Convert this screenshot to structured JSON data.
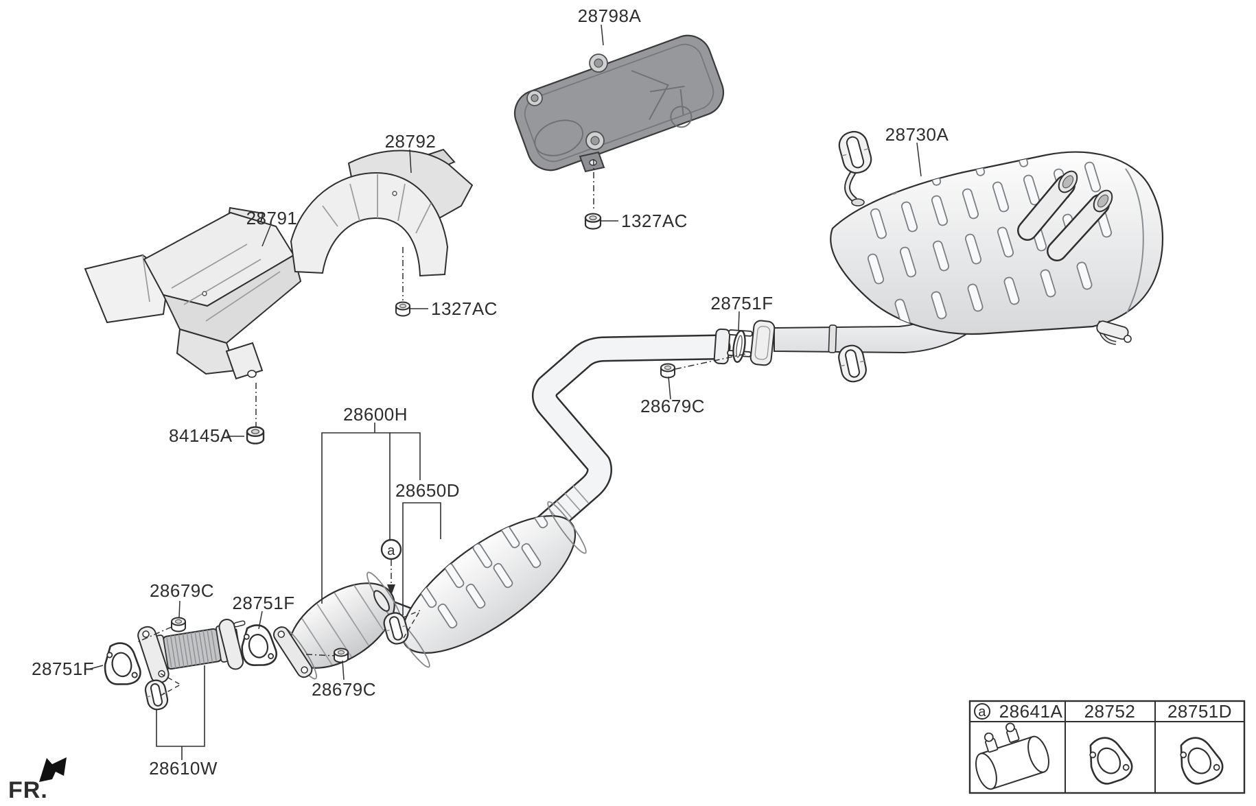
{
  "diagram_labels": {
    "plate_shield": "28798A",
    "arch_shield": "28792",
    "rear_shield": "28791",
    "rear_muffler": "28730A",
    "plate_nut": "1327AC",
    "arch_nut": "1327AC",
    "rear_gasket": "28751F",
    "rear_nut": "28679C",
    "center_assembly": "28600H",
    "hanger_kit": "28650D",
    "shield_nut": "84145A",
    "front_nut": "28679C",
    "mid_gasket": "28751F",
    "front_gasket": "28751F",
    "cat_nut": "28679C",
    "front_pipe": "28610W"
  },
  "callout": {
    "ref": "a"
  },
  "direction_indicator": {
    "label": "FR."
  },
  "legend_table": {
    "columns": [
      {
        "ref": "a",
        "part": "28641A"
      },
      {
        "part": "28752"
      },
      {
        "part": "28751D"
      }
    ]
  }
}
